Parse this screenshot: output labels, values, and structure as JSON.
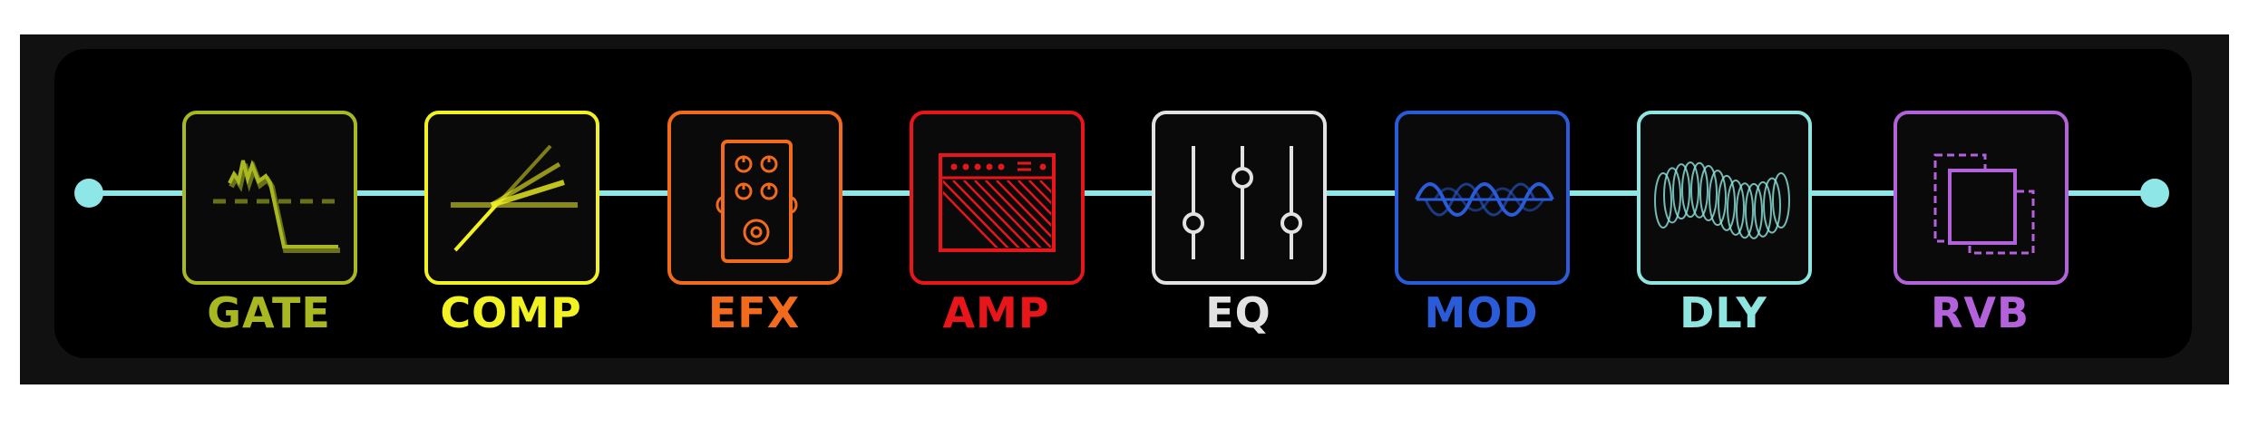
{
  "signal_chain": {
    "blocks": [
      {
        "label": "GATE",
        "icon": "gate-icon",
        "color": "#a9b821"
      },
      {
        "label": "COMP",
        "icon": "compressor-icon",
        "color": "#f2f223"
      },
      {
        "label": "EFX",
        "icon": "pedal-icon",
        "color": "#f26a1b"
      },
      {
        "label": "AMP",
        "icon": "amplifier-icon",
        "color": "#e8161a"
      },
      {
        "label": "EQ",
        "icon": "eq-sliders-icon",
        "color": "#e2e2e2"
      },
      {
        "label": "MOD",
        "icon": "modulation-wave-icon",
        "color": "#2a5bd8"
      },
      {
        "label": "DLY",
        "icon": "delay-spring-icon",
        "color": "#8fe6e0"
      },
      {
        "label": "RVB",
        "icon": "reverb-squares-icon",
        "color": "#b462dc"
      }
    ],
    "line_color": "#8fe6e6"
  }
}
